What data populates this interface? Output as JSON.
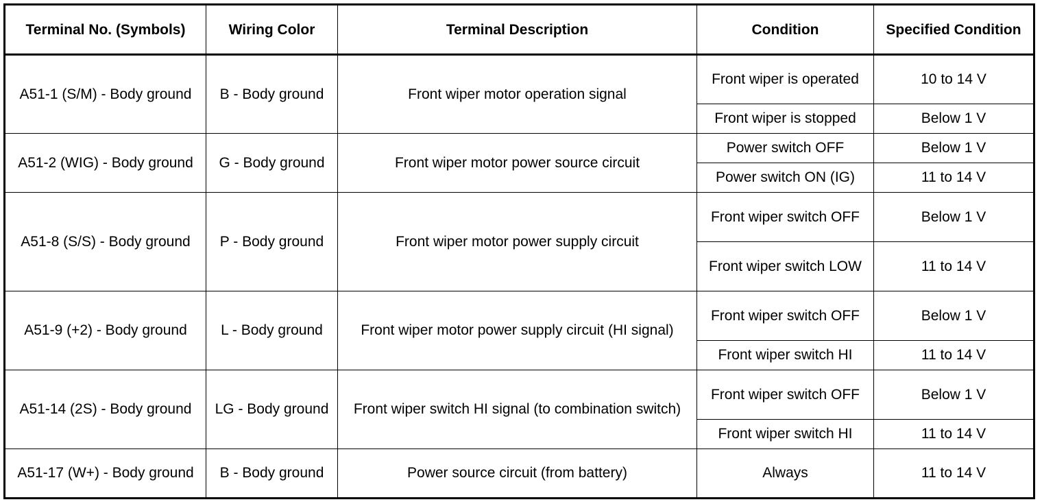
{
  "headers": {
    "terminal": "Terminal No. (Symbols)",
    "wiring": "Wiring Color",
    "description": "Terminal Description",
    "condition": "Condition",
    "specified": "Specified Condition"
  },
  "rows": [
    {
      "terminal": "A51-1 (S/M) - Body ground",
      "wiring": "B - Body ground",
      "description": "Front wiper motor operation signal",
      "conditions": [
        {
          "condition": "Front wiper is operated",
          "specified": "10 to 14 V"
        },
        {
          "condition": "Front wiper is stopped",
          "specified": "Below 1 V"
        }
      ]
    },
    {
      "terminal": "A51-2 (WIG) - Body ground",
      "wiring": "G - Body ground",
      "description": "Front wiper motor power source circuit",
      "conditions": [
        {
          "condition": "Power switch OFF",
          "specified": "Below 1 V"
        },
        {
          "condition": "Power switch ON (IG)",
          "specified": "11 to 14 V"
        }
      ]
    },
    {
      "terminal": "A51-8 (S/S) - Body ground",
      "wiring": "P - Body ground",
      "description": "Front wiper motor power supply circuit",
      "conditions": [
        {
          "condition": "Front wiper switch OFF",
          "specified": "Below 1 V"
        },
        {
          "condition": "Front wiper switch LOW",
          "specified": "11 to 14 V"
        }
      ]
    },
    {
      "terminal": "A51-9 (+2) - Body ground",
      "wiring": "L - Body ground",
      "description": "Front wiper motor power supply circuit (HI signal)",
      "conditions": [
        {
          "condition": "Front wiper switch OFF",
          "specified": "Below 1 V"
        },
        {
          "condition": "Front wiper switch HI",
          "specified": "11 to 14 V"
        }
      ]
    },
    {
      "terminal": "A51-14 (2S) - Body ground",
      "wiring": "LG - Body ground",
      "description": "Front wiper switch HI signal (to combination switch)",
      "conditions": [
        {
          "condition": "Front wiper switch OFF",
          "specified": "Below 1 V"
        },
        {
          "condition": "Front wiper switch HI",
          "specified": "11 to 14 V"
        }
      ]
    },
    {
      "terminal": "A51-17 (W+) - Body ground",
      "wiring": "B - Body ground",
      "description": "Power source circuit (from battery)",
      "conditions": [
        {
          "condition": "Always",
          "specified": "11 to 14 V"
        }
      ]
    }
  ]
}
